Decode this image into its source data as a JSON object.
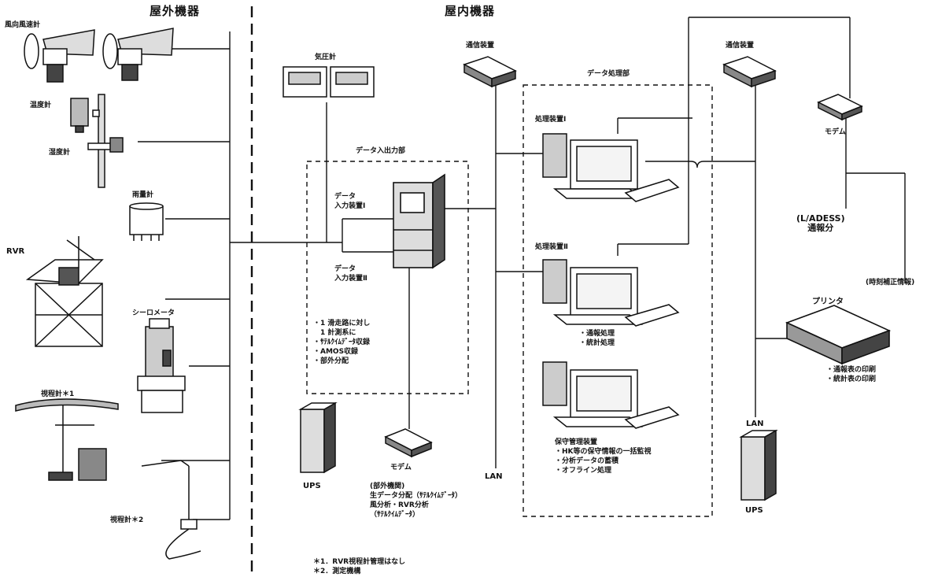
{
  "sections": {
    "outdoor": "屋外機器",
    "indoor": "屋内機器"
  },
  "outdoor": {
    "wind_dir": "風向風速計",
    "temperature": "温度計",
    "humidity": "湿度計",
    "rain_gauge": "雨量計",
    "rvr": "RVR",
    "ceilometer": "シーロメータ",
    "visibility1": "視程計＊1",
    "visibility2": "視程計＊2"
  },
  "indoor": {
    "barometer": "気圧計",
    "io_unit": "データ入出力部",
    "data_in_1": "データ\n入力装置Ⅰ",
    "data_in_2": "データ\n入力装置Ⅱ",
    "io_notes": "・1 滑走路に対し\n　1 計測系に\n・ｻﾃﾙｸｲﾑﾃﾞｰﾀ収録\n・AMOS収録\n・部外分配",
    "relay_left": "通信装置",
    "relay_right": "通信装置",
    "data_proc": "データ処理部",
    "proc_1": "処理装置Ⅰ",
    "proc_2": "処理装置Ⅱ",
    "proc_notes": "・通報処理\n・統計処理",
    "maint_notes": "保守管理装置\n・HK等の保守情報の一括監視\n・分析データの蓄積\n・オフライン処理",
    "modem_top": "モデム",
    "ladess": "(L/ADESS)\n通報分",
    "obs_info": "(時刻補正情報)",
    "printer": "プリンタ",
    "printer_notes": "・通報表の印刷\n・統計表の印刷",
    "lan_mid": "LAN",
    "lan_right": "LAN",
    "ups_left": "UPS",
    "ups_right": "UPS",
    "modem_bottom": "モデム",
    "external": "(部外機関)\n生データ分配（ｻﾃﾙｸｲﾑﾃﾞｰﾀ）\n風分析・RVR分析\n（ｻﾃﾙｸｲﾑﾃﾞｰﾀ）"
  },
  "footnotes": {
    "note1": "＊1．RVR視程計管理はなし",
    "note2": "＊2．測定機構"
  }
}
